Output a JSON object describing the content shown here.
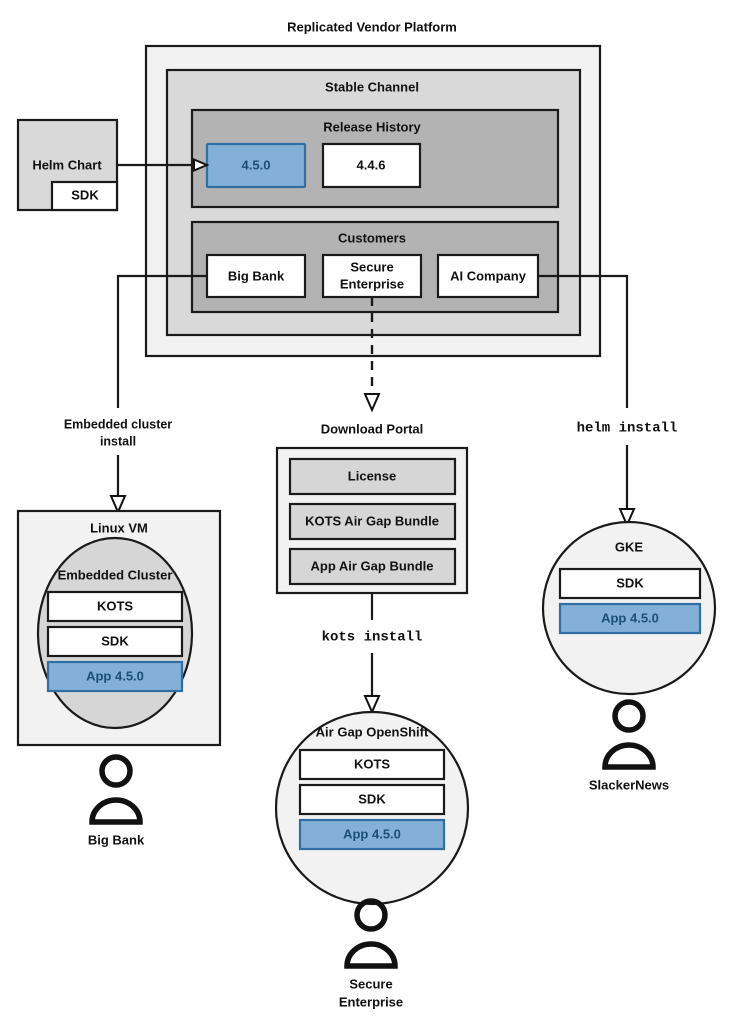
{
  "title": "Replicated Vendor Platform",
  "source": {
    "helm_chart": {
      "label": "Helm Chart",
      "sdk_label": "SDK"
    }
  },
  "platform": {
    "label": "Replicated Vendor Platform",
    "channel": {
      "label": "Stable Channel",
      "release_history": {
        "label": "Release History",
        "releases": [
          {
            "version": "4.5.0",
            "highlighted": true
          },
          {
            "version": "4.4.6",
            "highlighted": false
          }
        ]
      },
      "customers": {
        "label": "Customers",
        "items": [
          {
            "name": "Big Bank"
          },
          {
            "name": "Secure\nEnterprise",
            "line1": "Secure",
            "line2": "Enterprise"
          },
          {
            "name": "AI Company"
          }
        ]
      }
    }
  },
  "install_paths": [
    {
      "id": "embedded",
      "label_line1": "Embedded cluster",
      "label_line2": "install",
      "mono": false
    },
    {
      "id": "kots",
      "label_line1": "kots install",
      "label_line2": "",
      "mono": true
    },
    {
      "id": "helm",
      "label_line1": "helm install",
      "label_line2": "",
      "mono": true
    }
  ],
  "download_portal": {
    "label": "Download Portal",
    "artifacts": [
      {
        "label": "License"
      },
      {
        "label": "KOTS Air Gap Bundle"
      },
      {
        "label": "App Air Gap Bundle"
      }
    ]
  },
  "targets": [
    {
      "id": "linux-vm",
      "host_label": "Linux VM",
      "cluster_label": "Embedded Cluster",
      "components": [
        {
          "label": "KOTS",
          "highlighted": false
        },
        {
          "label": "SDK",
          "highlighted": false
        },
        {
          "label": "App 4.5.0",
          "highlighted": true
        }
      ],
      "customer": "Big Bank"
    },
    {
      "id": "airgap-openshift",
      "host_label": "Air Gap OpenShift",
      "components": [
        {
          "label": "KOTS",
          "highlighted": false
        },
        {
          "label": "SDK",
          "highlighted": false
        },
        {
          "label": "App 4.5.0",
          "highlighted": true
        }
      ],
      "customer_line1": "Secure",
      "customer_line2": "Enterprise"
    },
    {
      "id": "gke",
      "host_label": "GKE",
      "components": [
        {
          "label": "SDK",
          "highlighted": false
        },
        {
          "label": "App 4.5.0",
          "highlighted": true
        }
      ],
      "customer": "SlackerNews"
    }
  ],
  "colors": {
    "highlight_fill": "#84b0d8",
    "highlight_stroke": "#2f6fa5",
    "highlight_text": "#1d4f76",
    "outer_fill": "#f2f2f2",
    "channel_fill": "#d9d9d9",
    "inner_fill": "#b3b3b3",
    "stroke": "#1a1a1a"
  }
}
